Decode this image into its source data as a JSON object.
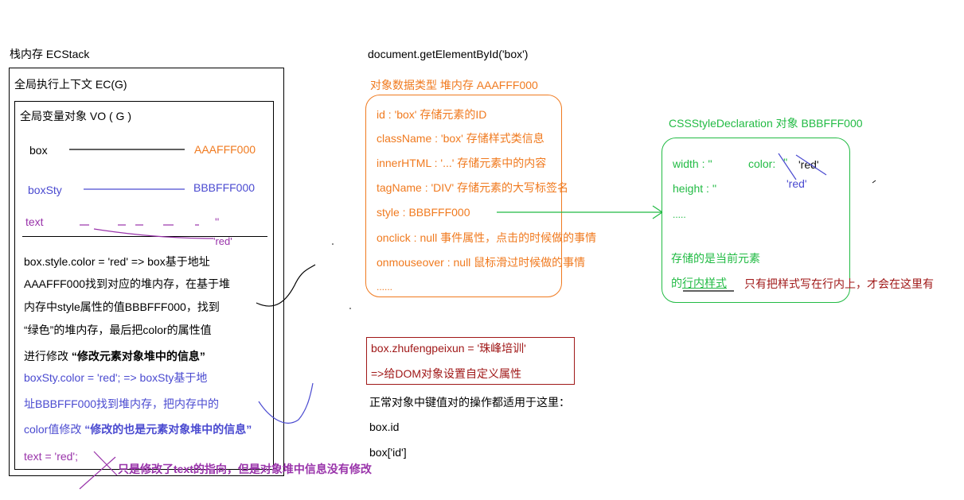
{
  "stack": {
    "title": "栈内存 ECStack",
    "ec_title": "全局执行上下文  EC(G)",
    "vo_title": "全局变量对象  VO ( G )",
    "vars": [
      {
        "name": "box",
        "value": "AAAFFF000"
      },
      {
        "name": "boxSty",
        "value": "BBBFFF000"
      },
      {
        "name": "text",
        "value": "''",
        "strike_value": "'red'"
      }
    ],
    "notes": [
      "box.style.color = 'red'   => box基于地址",
      "AAAFFF000找到对应的堆内存，在基于堆",
      "内存中style属性的值BBBFFF000，找到",
      "“绿色”的堆内存，最后把color的属性值",
      "进行修改 ",
      "“修改元素对象堆中的信息”",
      "boxSty.color = 'red';  => boxSty基于地",
      "址BBBFFF000找到堆内存，把内存中的",
      "color值修改 ",
      "“修改的也是元素对象堆中的信息”",
      "text = 'red';",
      "只是修改了text的指向，但是对象堆中信息没有修改"
    ]
  },
  "heap1": {
    "caption": "document.getElementById('box')",
    "label": "对象数据类型  堆内存    AAAFFF000",
    "props": [
      "id : 'box'    存储元素的ID",
      "className : 'box'    存储样式类信息",
      "innerHTML : '...' 存储元素中的内容",
      "tagName : 'DIV' 存储元素的大写标签名",
      "style :  BBBFFF000",
      "onclick : null    事件属性，点击的时候做的事情",
      "onmouseover : null    鼠标滑过时候做的事情",
      "......"
    ]
  },
  "heap2": {
    "label": "CSSStyleDeclaration 对象 BBBFFF000",
    "props": [
      "width : ''",
      "height : ''",
      "....."
    ],
    "color_key": "color:",
    "color_old": "''",
    "color_new": "'red'",
    "color_under": "'red'",
    "note1": "存储的是当前元素",
    "note2a": "的",
    "note2b": "行内样式",
    "note3": "只有把样式写在行内上，才会在这里有"
  },
  "custom": {
    "line1": "box.zhufengpeixun = '珠峰培训'",
    "line2": "=>给DOM对象设置自定义属性"
  },
  "normal": {
    "title": "正常对象中键值对的操作都适用于这里：",
    "lines": [
      "box.id",
      "box['id']"
    ]
  },
  "colors": {
    "orange": "#f07a1f",
    "blue": "#4a4ad0",
    "purple": "#9933aa",
    "green": "#22bb44",
    "dark_red": "#a01818"
  }
}
